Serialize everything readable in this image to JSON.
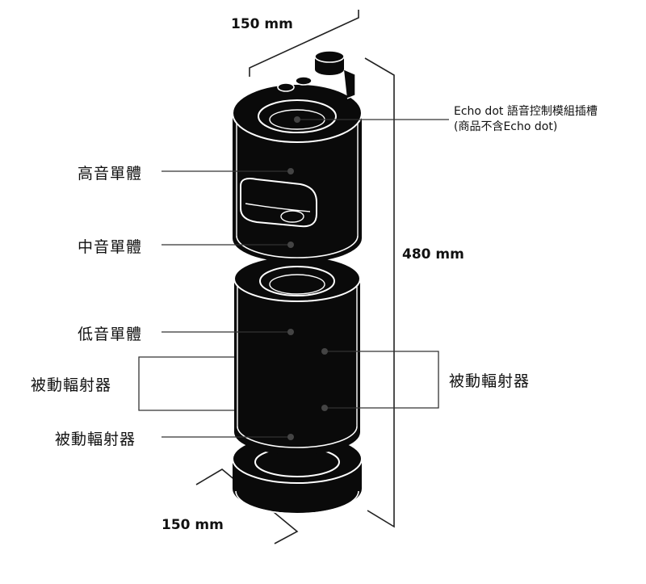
{
  "dimensions": {
    "top_width": "150 mm",
    "height": "480 mm",
    "bottom_depth": "150 mm"
  },
  "labels": {
    "tweeter": "高音單體",
    "midrange": "中音單體",
    "woofer": "低音單體",
    "passive_radiator_left": "被動輻射器",
    "passive_radiator_right": "被動輻射器",
    "passive_radiator_bottom": "被動輻射器"
  },
  "slot_note": {
    "line1": "Echo dot 語音控制模組插槽",
    "line2": "(商品不含Echo dot)"
  },
  "colors": {
    "body": "#0a0a0a",
    "outline": "#ffffff",
    "line": "#333333"
  }
}
